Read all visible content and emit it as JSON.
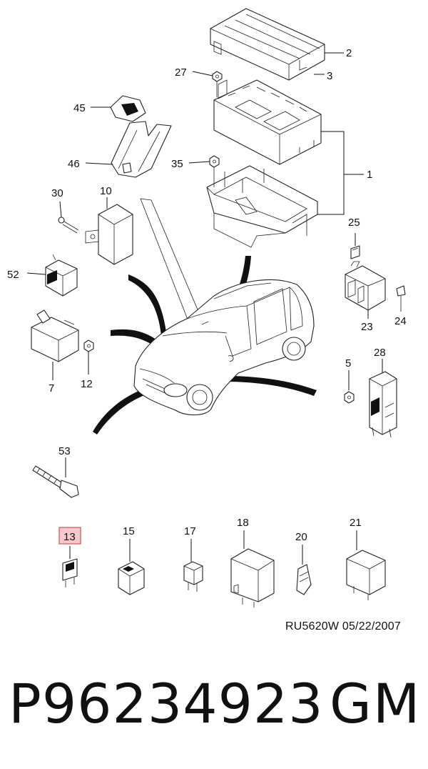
{
  "diagram": {
    "callouts": {
      "c1": "1",
      "c2": "2",
      "c3": "3",
      "c5": "5",
      "c7": "7",
      "c10": "10",
      "c12": "12",
      "c13": "13",
      "c15": "15",
      "c17": "17",
      "c18": "18",
      "c20": "20",
      "c21": "21",
      "c23": "23",
      "c24": "24",
      "c25": "25",
      "c27": "27",
      "c28": "28",
      "c30": "30",
      "c35": "35",
      "c45": "45",
      "c46": "46",
      "c52": "52",
      "c53": "53"
    },
    "highlighted_callout": "13",
    "highlight_color": "#f6c9cc",
    "highlight_border": "#d9534f",
    "drawing_code": "RU5620W  05/22/2007"
  },
  "footer": {
    "part_number": "P96234923",
    "brand": "GM"
  }
}
